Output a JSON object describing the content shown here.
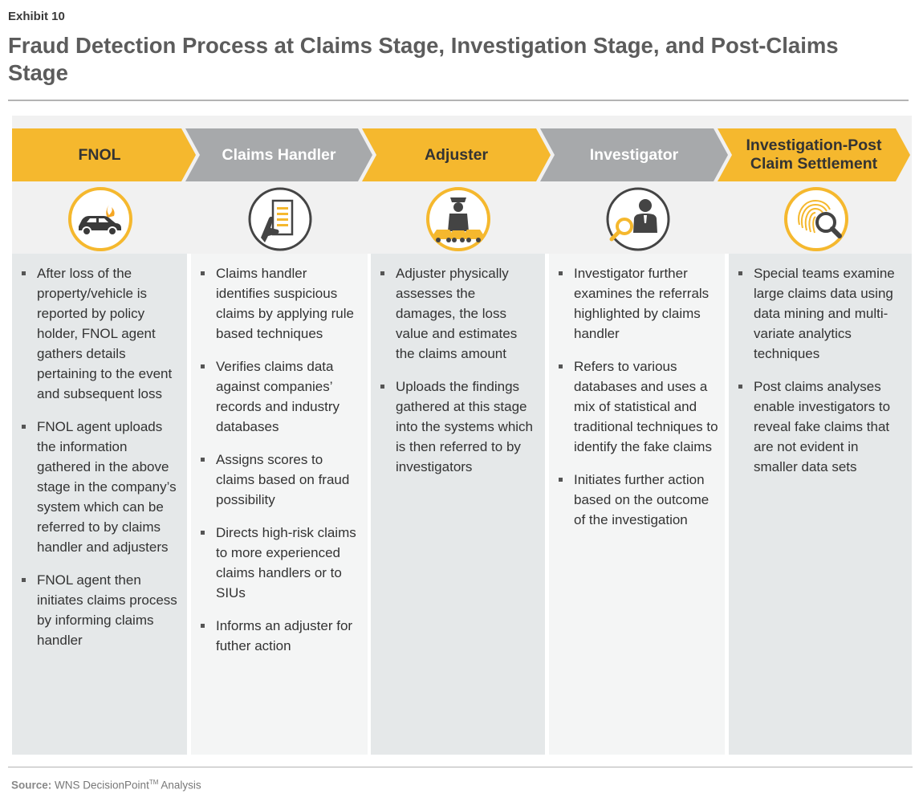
{
  "exhibit_label": "Exhibit 10",
  "title": "Fraud Detection Process at Claims Stage, Investigation Stage, and Post-Claims Stage",
  "colors": {
    "yellow": "#f5b82e",
    "gray": "#a7a9ab",
    "text": "#333333",
    "title": "#5c5c5c"
  },
  "stages": [
    {
      "label": "FNOL",
      "icon": "car-on-fire-icon",
      "bullets": [
        "After loss of the property/vehicle is reported by policy holder, FNOL agent gathers details pertaining to the event and subsequent loss",
        "FNOL agent uploads the information gathered in the above stage in the company’s system which can be referred to by claims handler and adjusters",
        "FNOL agent then initiates claims process by informing claims handler"
      ]
    },
    {
      "label": "Claims Handler",
      "icon": "document-in-hand-icon",
      "bullets": [
        "Claims handler identifies suspicious claims by applying rule based techniques",
        "Verifies claims data against companies’ records and industry databases",
        "Assigns scores to claims based on fraud possibility",
        "Directs high-risk claims to more experienced claims handlers or to SIUs",
        "Informs an adjuster for futher action"
      ]
    },
    {
      "label": "Adjuster",
      "icon": "police-officer-cars-icon",
      "bullets": [
        "Adjuster physically assesses the damages, the loss value and estimates the claims amount",
        "Uploads the findings gathered at this stage into the systems which is then referred to by investigators"
      ]
    },
    {
      "label": "Investigator",
      "icon": "investigator-magnifier-icon",
      "bullets": [
        "Investigator further examines the referrals highlighted by claims handler",
        "Refers to various databases and uses a mix of statistical and traditional techniques to identify the fake claims",
        "Initiates further action based on the outcome of the investigation"
      ]
    },
    {
      "label": "Investigation-Post Claim Settlement",
      "icon": "fingerprint-magnifier-icon",
      "bullets": [
        "Special teams examine large claims data using data mining and multi-variate analytics techniques",
        "Post claims analyses enable investigators to reveal fake claims that are not evident in smaller data sets"
      ]
    }
  ],
  "source": {
    "label": "Source:",
    "text": "WNS DecisionPoint",
    "tm": "TM",
    "suffix": "Analysis"
  }
}
